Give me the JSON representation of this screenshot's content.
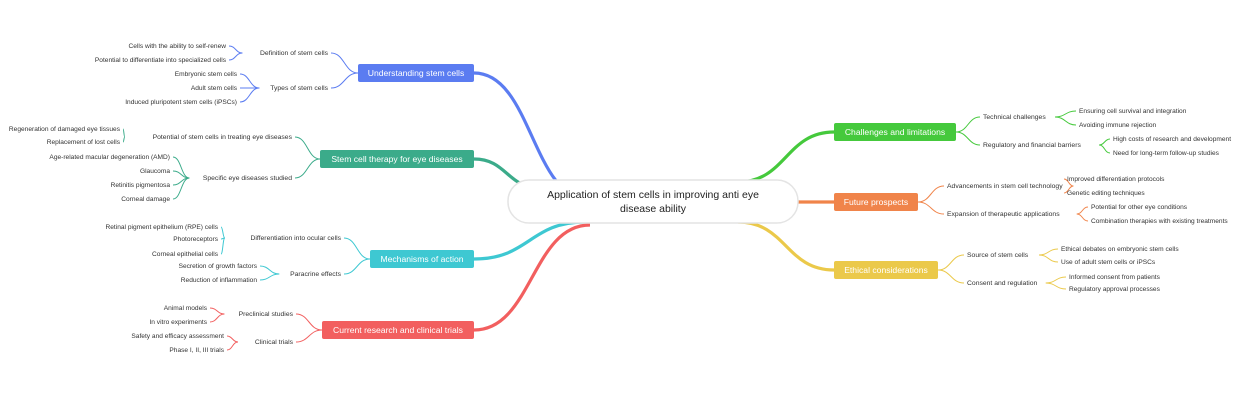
{
  "root": {
    "line1": "Application of stem cells in improving anti eye",
    "line2": "disease ability"
  },
  "branches": {
    "understanding": {
      "label": "Understanding stem cells",
      "color": "#5b7cf1",
      "groups": {
        "definition": {
          "label": "Definition of stem cells",
          "leaves": [
            "Cells with the ability to self-renew",
            "Potential to differentiate into specialized cells"
          ]
        },
        "types": {
          "label": "Types of stem cells",
          "leaves": [
            "Embryonic stem cells",
            "Adult stem cells",
            "Induced pluripotent stem cells (iPSCs)"
          ]
        }
      }
    },
    "therapy": {
      "label": "Stem cell therapy for eye diseases",
      "color": "#3bab8a",
      "groups": {
        "potential": {
          "label": "Potential of stem cells in treating eye diseases",
          "leaves": [
            "Regeneration of damaged eye tissues",
            "Replacement of lost cells"
          ]
        },
        "specific": {
          "label": "Specific eye diseases studied",
          "leaves": [
            "Age-related macular degeneration (AMD)",
            "Glaucoma",
            "Retinitis pigmentosa",
            "Corneal damage"
          ]
        }
      }
    },
    "mechanisms": {
      "label": "Mechanisms of action",
      "color": "#3ec8d2",
      "groups": {
        "differentiation": {
          "label": "Differentiation into ocular cells",
          "leaves": [
            "Retinal pigment epithelium (RPE) cells",
            "Photoreceptors",
            "Corneal epithelial cells"
          ]
        },
        "paracrine": {
          "label": "Paracrine effects",
          "leaves": [
            "Secretion of growth factors",
            "Reduction of inflammation"
          ]
        }
      }
    },
    "research": {
      "label": "Current research and clinical trials",
      "color": "#f25f5f",
      "groups": {
        "preclinical": {
          "label": "Preclinical studies",
          "leaves": [
            "Animal models",
            "In vitro experiments"
          ]
        },
        "clinical": {
          "label": "Clinical trials",
          "leaves": [
            "Safety and efficacy assessment",
            "Phase I, II, III trials"
          ]
        }
      }
    },
    "challenges": {
      "label": "Challenges and limitations",
      "color": "#45c93c",
      "groups": {
        "technical": {
          "label": "Technical challenges",
          "leaves": [
            "Ensuring cell survival and integration",
            "Avoiding immune rejection"
          ]
        },
        "regulatory": {
          "label": "Regulatory and financial barriers",
          "leaves": [
            "High costs of research and development",
            "Need for long-term follow-up studies"
          ]
        }
      }
    },
    "future": {
      "label": "Future prospects",
      "color": "#f0844a",
      "groups": {
        "advancements": {
          "label": "Advancements in stem cell technology",
          "leaves": [
            "Improved differentiation protocols",
            "Genetic editing techniques"
          ]
        },
        "expansion": {
          "label": "Expansion of therapeutic applications",
          "leaves": [
            "Potential for other eye conditions",
            "Combination therapies with existing treatments"
          ]
        }
      }
    },
    "ethical": {
      "label": "Ethical considerations",
      "color": "#ebc94a",
      "groups": {
        "source": {
          "label": "Source of stem cells",
          "leaves": [
            "Ethical debates on embryonic stem cells",
            "Use of adult stem cells or iPSCs"
          ]
        },
        "consent": {
          "label": "Consent and regulation",
          "leaves": [
            "Informed consent from patients",
            "Regulatory approval processes"
          ]
        }
      }
    }
  }
}
